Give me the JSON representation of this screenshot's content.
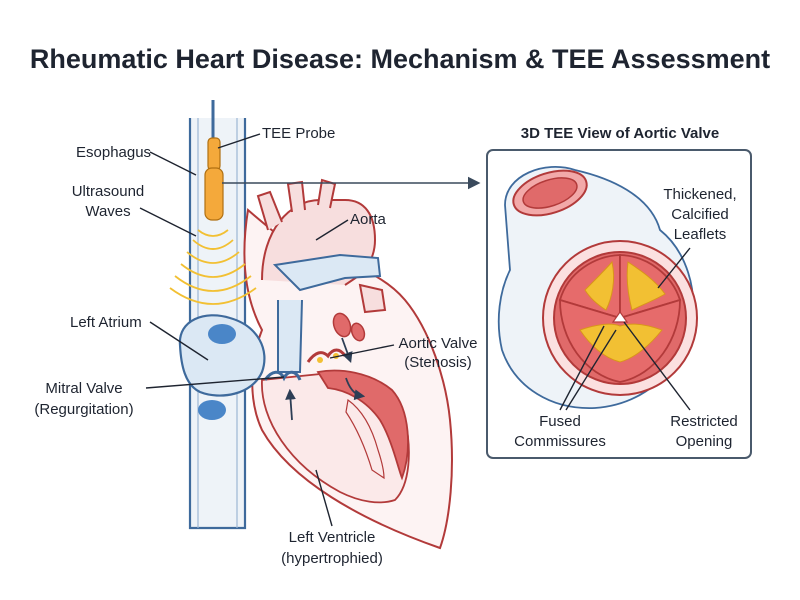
{
  "title": "Rheumatic Heart Disease: Mechanism & TEE Assessment",
  "panel_title": "3D TEE View of Aortic Valve",
  "labels": {
    "esophagus": "Esophagus",
    "tee_probe": "TEE Probe",
    "ultrasound_1": "Ultrasound",
    "ultrasound_2": "Waves",
    "aorta": "Aorta",
    "left_atrium": "Left Atrium",
    "aortic_valve_1": "Aortic Valve",
    "aortic_valve_2": "(Stenosis)",
    "mitral_valve_1": "Mitral Valve",
    "mitral_valve_2": "(Regurgitation)",
    "left_ventricle_1": "Left Ventricle",
    "left_ventricle_2": "(hypertrophied)",
    "thickened_1": "Thickened,",
    "thickened_2": "Calcified",
    "thickened_3": "Leaflets",
    "fused_1": "Fused",
    "fused_2": "Commissures",
    "restricted_1": "Restricted",
    "restricted_2": "Opening"
  },
  "colors": {
    "outline_blue": "#3e6a9c",
    "chamber_blue": "#dbe8f4",
    "vein_dot": "#4a86c8",
    "muscle_red": "#e06a6a",
    "outline_red": "#b23a3a",
    "calcification": "#f2c033",
    "probe": "#f4a93b",
    "panel_border": "#4a5a6c"
  }
}
